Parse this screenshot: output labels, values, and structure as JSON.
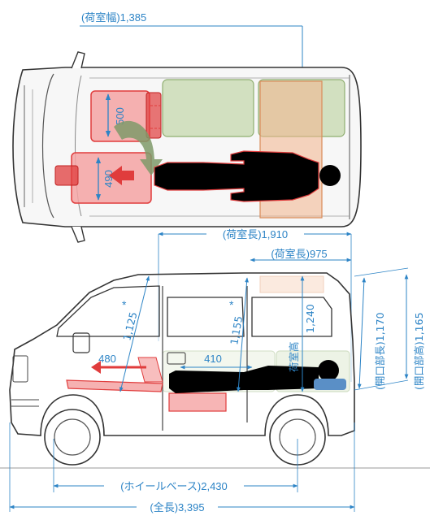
{
  "top_view": {
    "cargo_width": "(荷室幅)1,385",
    "seat_front_length": "500",
    "seat_rear_length": "490"
  },
  "side_view": {
    "cargo_length": "(荷室長)1,910",
    "cargo_length_rear": "(荷室長)975",
    "opening_length": "(開口部長)1,170",
    "opening_height": "(開口部高)1,165",
    "cargo_height_value": "1,240",
    "cargo_height_label": "荷室高",
    "height_front": "1,125",
    "height_mid": "1,155",
    "asterisk": "*",
    "seat_width": "480",
    "floor_length": "410",
    "wheelbase": "(ホイールベース)2,430",
    "overall_length": "(全長)3,395"
  },
  "colors": {
    "dimension_blue": "#2d84c6",
    "seat_red": "#e03c3c",
    "cargo_green": "#b9cfa0",
    "cargo_orange": "#f2b48c",
    "body_outline": "#333333"
  }
}
